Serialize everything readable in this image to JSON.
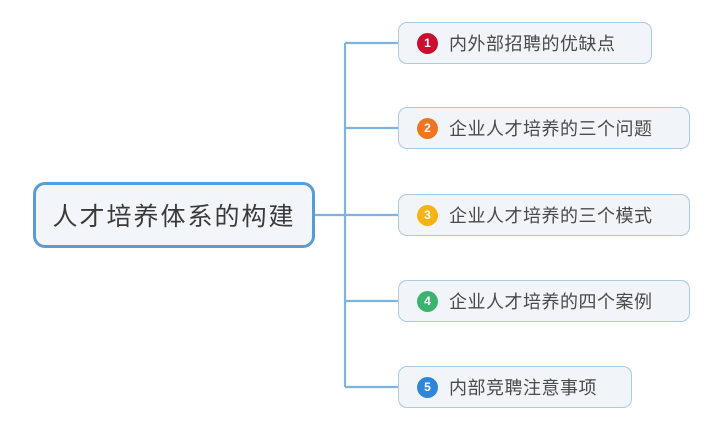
{
  "diagram": {
    "type": "mindmap",
    "title": "人才培养体系的构建",
    "root": {
      "label": "人才培养体系的构建",
      "border_color": "#5b9bd5",
      "fill_color": "#f2f6fa"
    },
    "connector_color": "#7fb3dd",
    "branch_fill_color": "#f1f5f9",
    "branch_border_color": "#a8cbe2",
    "branches": [
      {
        "number": "1",
        "label": "内外部招聘的优缺点",
        "badge_color": "#c8102e"
      },
      {
        "number": "2",
        "label": "企业人才培养的三个问题",
        "badge_color": "#ef7522"
      },
      {
        "number": "3",
        "label": "企业人才培养的三个模式",
        "badge_color": "#f5b416"
      },
      {
        "number": "4",
        "label": "企业人才培养的四个案例",
        "badge_color": "#3cb371"
      },
      {
        "number": "5",
        "label": "内部竞聘注意事项",
        "badge_color": "#2e86d8"
      }
    ]
  }
}
